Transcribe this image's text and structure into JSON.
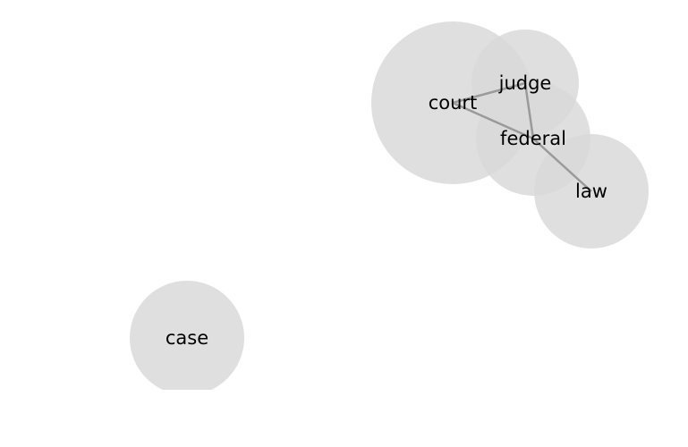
{
  "diagram": {
    "nodes": [
      {
        "id": "court",
        "label": "court"
      },
      {
        "id": "judge",
        "label": "judge"
      },
      {
        "id": "federal",
        "label": "federal"
      },
      {
        "id": "law",
        "label": "law"
      },
      {
        "id": "case",
        "label": "case"
      }
    ],
    "edges": [
      {
        "from": "court",
        "to": "judge"
      },
      {
        "from": "court",
        "to": "federal"
      },
      {
        "from": "judge",
        "to": "federal"
      },
      {
        "from": "federal",
        "to": "law"
      }
    ],
    "colors": {
      "node": "#d9d9d9",
      "edge": "#9a9a9a",
      "text": "#000000"
    }
  }
}
